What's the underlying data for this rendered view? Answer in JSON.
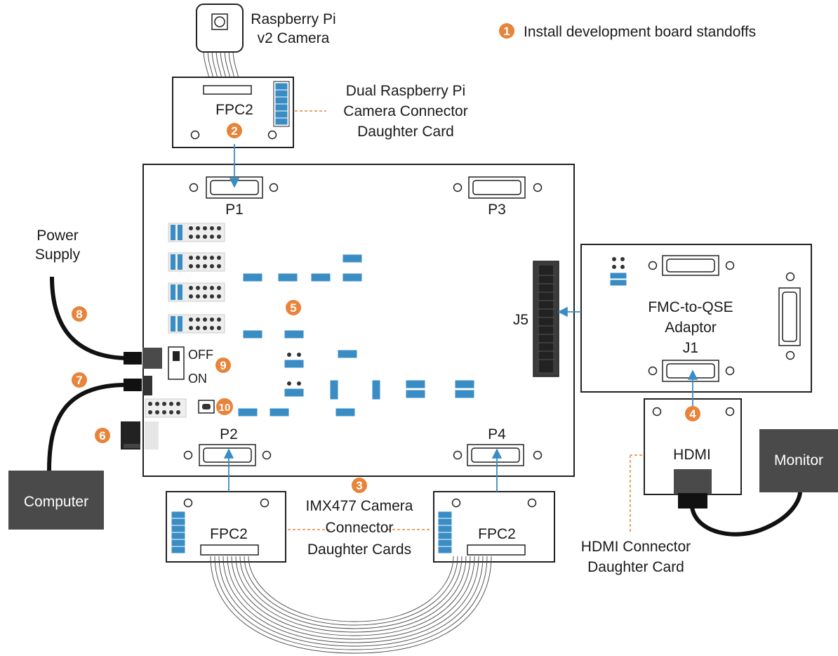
{
  "legend": {
    "step_number": "1",
    "text": "Install development board standoffs"
  },
  "labels": {
    "raspberry_pi_camera": [
      "Raspberry Pi",
      "v2 Camera"
    ],
    "dual_rpi_card": [
      "Dual Raspberry Pi",
      "Camera Connector",
      "Daughter Card"
    ],
    "power_supply": [
      "Power",
      "Supply"
    ],
    "imx477_cards": [
      "IMX477 Camera",
      "Connector",
      "Daughter Cards"
    ],
    "fmc_adaptor": [
      "FMC-to-QSE",
      "Adaptor"
    ],
    "hdmi_card": [
      "HDMI Connector",
      "Daughter Card"
    ],
    "fpc2_top": "FPC2",
    "fpc2_left": "FPC2",
    "fpc2_right": "FPC2",
    "p1": "P1",
    "p2": "P2",
    "p3": "P3",
    "p4": "P4",
    "j5": "J5",
    "j1": "J1",
    "off": "OFF",
    "on": "ON",
    "hdmi": "HDMI",
    "monitor": "Monitor",
    "computer": "Computer"
  },
  "steps": [
    "2",
    "3",
    "4",
    "5",
    "6",
    "7",
    "8",
    "9",
    "10"
  ],
  "colors": {
    "accent_orange": "#e8833a",
    "connector_blue": "#3a8cc4",
    "dark_gray": "#4a4a4a",
    "outline": "#222222"
  }
}
